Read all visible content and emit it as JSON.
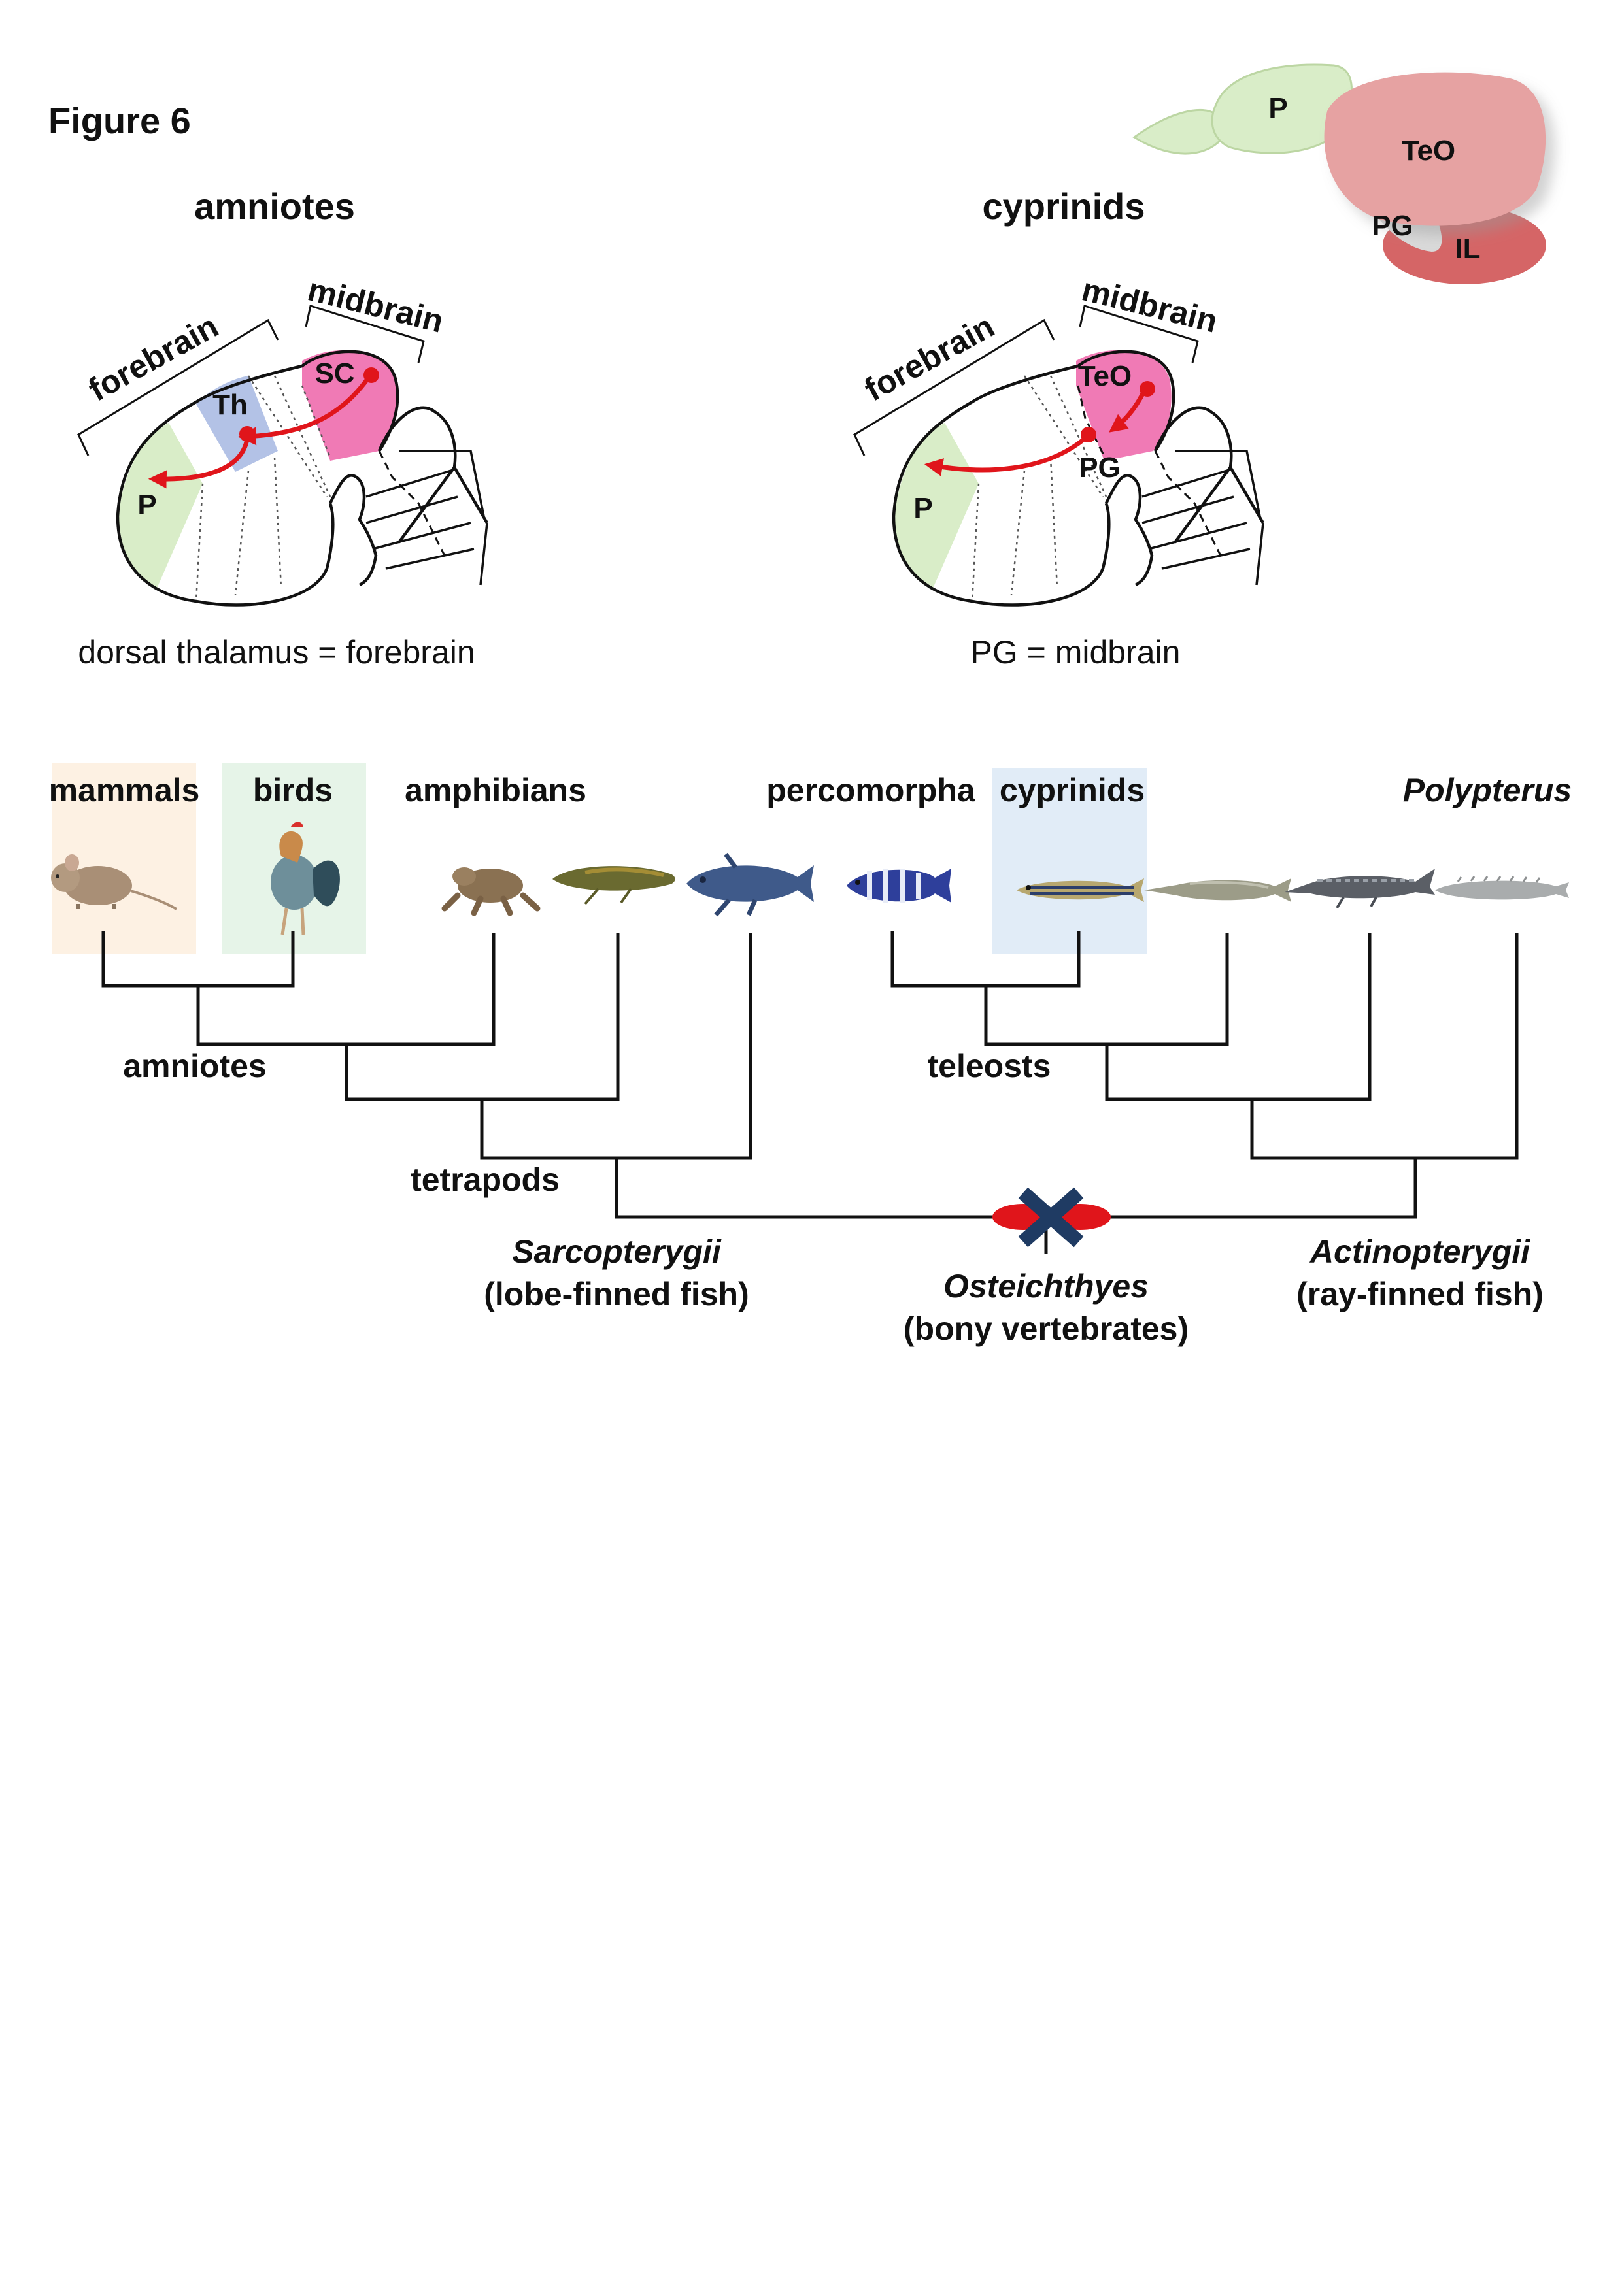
{
  "figure_title": "Figure 6",
  "colors": {
    "pallium_green": "#d9edc8",
    "thalamus_blue": "#b3c2e6",
    "tectum_pink": "#f07ab5",
    "arrow_red": "#e0151b",
    "teleost_brain_pink": "#e6a2a2",
    "il_red": "#d56566",
    "mammal_highlight": "#fdf1e3",
    "bird_highlight": "#e6f4e8",
    "cyprinid_highlight": "#e1ecf7",
    "cross_navy": "#1f3b63"
  },
  "inset_brain": {
    "labels": {
      "p": "P",
      "teo": "TeO",
      "pg": "PG",
      "il": "IL"
    }
  },
  "amniote_panel": {
    "heading": "amniotes",
    "forebrain_label": "forebrain",
    "midbrain_label": "midbrain",
    "regions": {
      "sc": "SC",
      "th": "Th",
      "p": "P"
    },
    "caption": "dorsal thalamus = forebrain"
  },
  "cyprinid_panel": {
    "heading": "cyprinids",
    "forebrain_label": "forebrain",
    "midbrain_label": "midbrain",
    "regions": {
      "teo": "TeO",
      "pg": "PG",
      "p": "P"
    },
    "caption": "PG = midbrain"
  },
  "phylogeny": {
    "taxa": {
      "mammals": "mammals",
      "birds": "birds",
      "amphibians": "amphibians",
      "percomorpha": "percomorpha",
      "cyprinids": "cyprinids",
      "polypterus": "Polypterus"
    },
    "clades": {
      "amniotes": "amniotes",
      "tetrapods": "tetrapods",
      "teleosts": "teleosts"
    },
    "groups": {
      "sarcopterygii": "Sarcopterygii",
      "sarcopterygii_note": "(lobe-finned fish)",
      "osteichthyes": "Osteichthyes",
      "osteichthyes_note": "(bony vertebrates)",
      "actinopterygii": "Actinopterygii",
      "actinopterygii_note": "(ray-finned fish)"
    },
    "animal_icons": [
      "mouse-icon",
      "rooster-icon",
      "frog-icon",
      "lungfish-icon",
      "coelacanth-icon",
      "cichlid-icon",
      "zebrafish-icon",
      "gar-icon",
      "sturgeon-icon",
      "bichir-icon"
    ]
  }
}
